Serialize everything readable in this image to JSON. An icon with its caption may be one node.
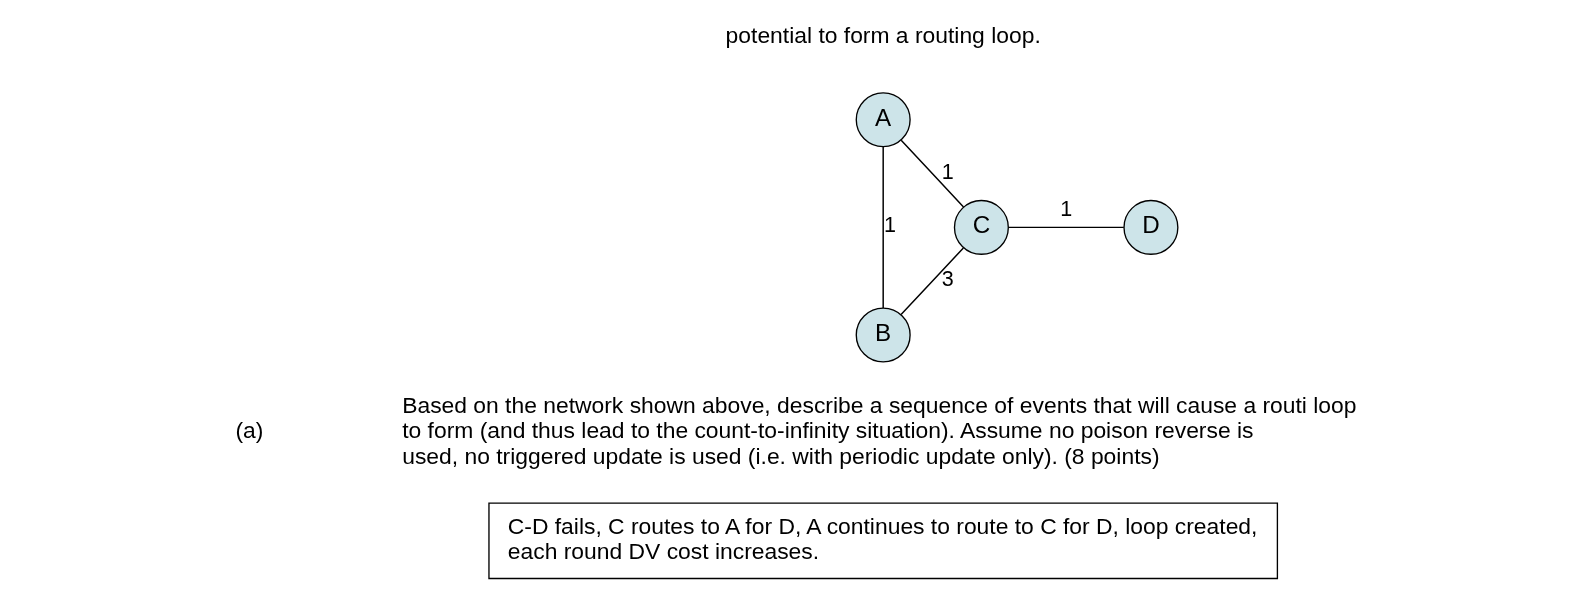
{
  "diagram": {
    "nodes": [
      {
        "text": [
          "A"
        ]
      },
      {
        "text": [
          "B"
        ]
      },
      {
        "text": [
          "C"
        ]
      },
      {
        "text": [
          "D"
        ]
      },
      {
        "text": [
          "C-D fails, C routes to A for D, A continues to route to C for D, loop created, each round DV cost increases."
        ]
      }
    ],
    "edges": [
      {
        "from": 0,
        "to": 1,
        "arrow": "none",
        "label": "1"
      },
      {
        "from": 0,
        "to": 2,
        "arrow": "none",
        "label": "1"
      },
      {
        "from": 1,
        "to": 2,
        "arrow": "none",
        "label": "3"
      },
      {
        "from": 2,
        "to": 3,
        "arrow": "none",
        "label": "1"
      }
    ],
    "labels": [
      "potential to form a routing loop.",
      "(a)",
      "Based on the network shown above, describe a sequence of events that will cause a routi loop to form (and thus lead to the count-to-infinity situation). Assume no poison reverse is used, no triggered update is used (i.e. with periodic update only). (8 points)"
    ]
  }
}
